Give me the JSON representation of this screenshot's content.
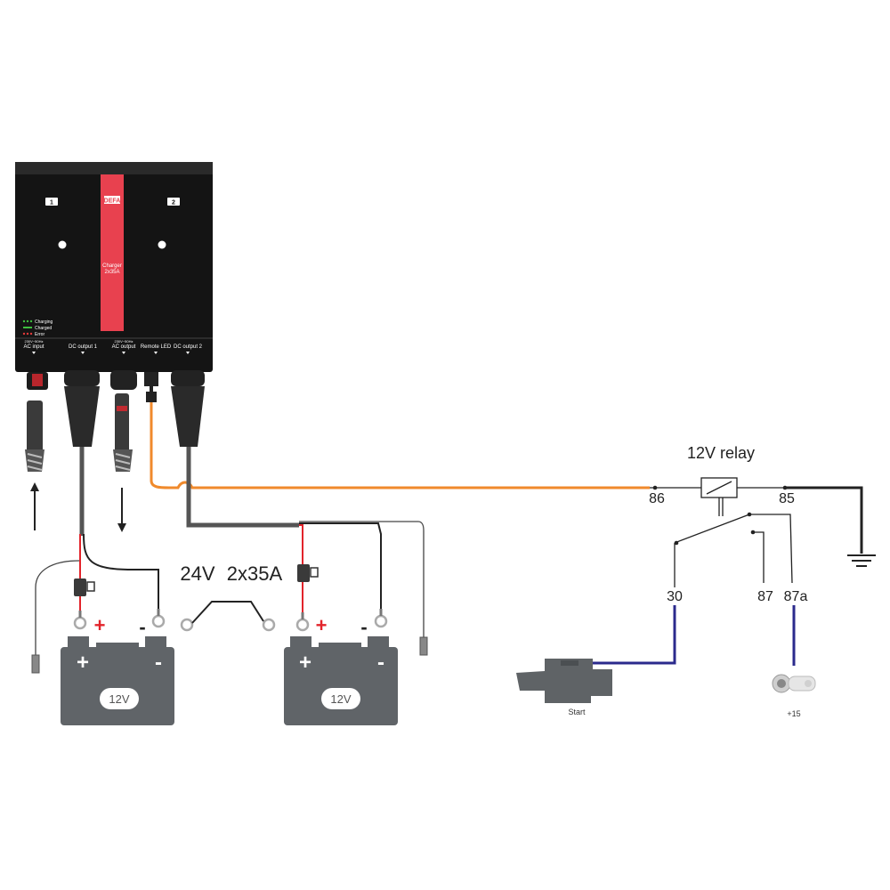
{
  "charger": {
    "brand": "DEFA",
    "model_line1": "Charger",
    "model_line2": "2x35A",
    "slot1": "1",
    "slot2": "2",
    "legend": [
      "Charging",
      "Charged",
      "Error"
    ],
    "ports": {
      "ac_input_spec": "230V~50Hz",
      "ac_input": "AC input",
      "dc_output_1": "DC output 1",
      "ac_output_spec": "230V~50Hz",
      "ac_output": "AC output",
      "remote_led": "Remote LED",
      "dc_output_2": "DC output 2"
    }
  },
  "system_label": {
    "voltage": "24V",
    "current": "2x35A"
  },
  "batteries": [
    {
      "voltage": "12V",
      "plus": "+",
      "minus": "-"
    },
    {
      "voltage": "12V",
      "plus": "+",
      "minus": "-"
    }
  ],
  "relay": {
    "title": "12V relay",
    "pin_86": "86",
    "pin_85": "85",
    "pin_30": "30",
    "pin_87": "87",
    "pin_87a": "87a"
  },
  "devices": {
    "start": "Start",
    "ignition": "+15"
  },
  "colors": {
    "charger_body": "#141414",
    "brand_stripe": "#e8414f",
    "orange_wire": "#f08a2c",
    "blue_wire": "#2b2a8c",
    "red_wire": "#e2242b",
    "cable_grey": "#555555",
    "battery_grey": "#606468"
  }
}
